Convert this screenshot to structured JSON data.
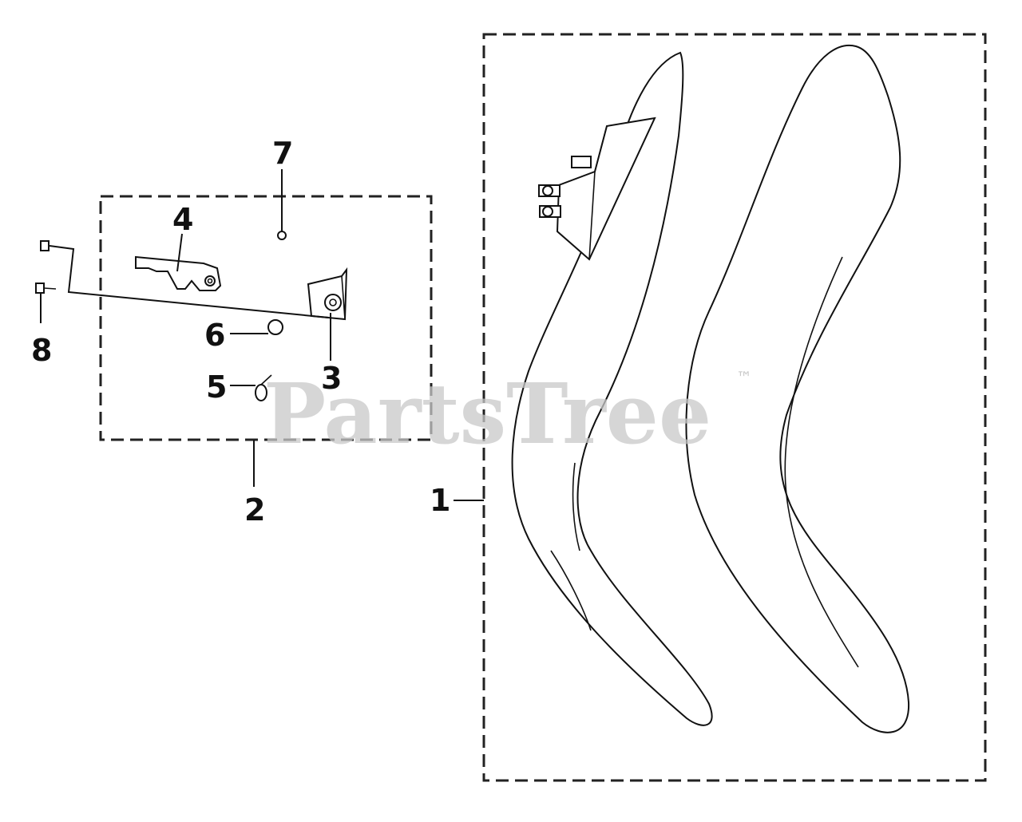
{
  "callouts": {
    "c1": "1",
    "c2": "2",
    "c3": "3",
    "c4": "4",
    "c5": "5",
    "c6": "6",
    "c7": "7",
    "c8": "8"
  },
  "watermark": {
    "text": "PartsTree",
    "trademark": "™"
  }
}
